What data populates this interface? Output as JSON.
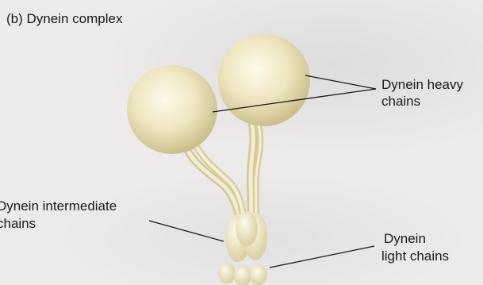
{
  "figure": {
    "title": "(b) Dynein complex"
  },
  "labels": {
    "heavy_line1": "Dynein heavy",
    "heavy_line2": "chains",
    "intermediate_line1": "Dynein intermediate",
    "intermediate_line2": "chains",
    "light_line1": "Dynein",
    "light_line2": "light  chains"
  },
  "colors": {
    "background": "#eceaea",
    "head_light": "#fbf7e4",
    "head_dark": "#cfc593",
    "stalk": "#e6dcb2",
    "leader_line": "#1a1a1a",
    "text": "#1a1a1a"
  }
}
